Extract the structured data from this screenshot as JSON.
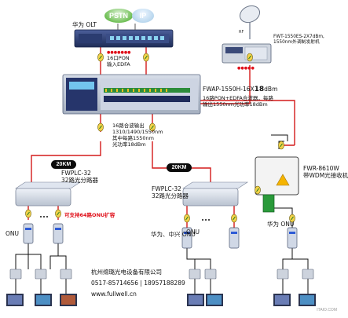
{
  "clouds": {
    "pstn": "PSTN",
    "ip": "IP"
  },
  "olt_label": "华为 OLT",
  "dots": "●●●●●●●",
  "olt_pon_label": "16口PON\n输入EDFA",
  "transmitter_label": "FWT-1550ES-2X7dBm,\n1550nm外调制发射机",
  "transmitter_dots": "●●●●●",
  "fwap_model_prefix": "FWAP-1550H-16X",
  "fwap_model_power": "18",
  "fwap_model_suffix": "dBm",
  "fwap_desc_lines": [
    "16路PON+EDFA合波器，每路",
    "输出1550nm光功率18dBm"
  ],
  "combined_output_label": "16路合波输出\n1310/1490/1550nm\n其中每路1550nm\n光功率18dBm",
  "km_labels": [
    "20KM",
    "20KM"
  ],
  "splitter_left_label": "FWPLC-32\n32路光分路器",
  "splitter_mid_label": "FWPLC-32\n32路光分路器",
  "onu_capacity_note": "可支持64路ONU扩容",
  "onu_label_left": "ONU",
  "onu_label_mid": "ONU",
  "huawei_zhongxing_onu": "华为、中兴 ONU",
  "huawei_onu": "华为 ONU",
  "wdm_receiver_label": "FWR-8610W\n带WDM光接收机",
  "company_name": "杭州绵璐光电设备有限公司",
  "phone": "0517-85714656 | 18957188289",
  "website": "www.fullwell.cn",
  "watermark": "ITAIO.COM"
}
